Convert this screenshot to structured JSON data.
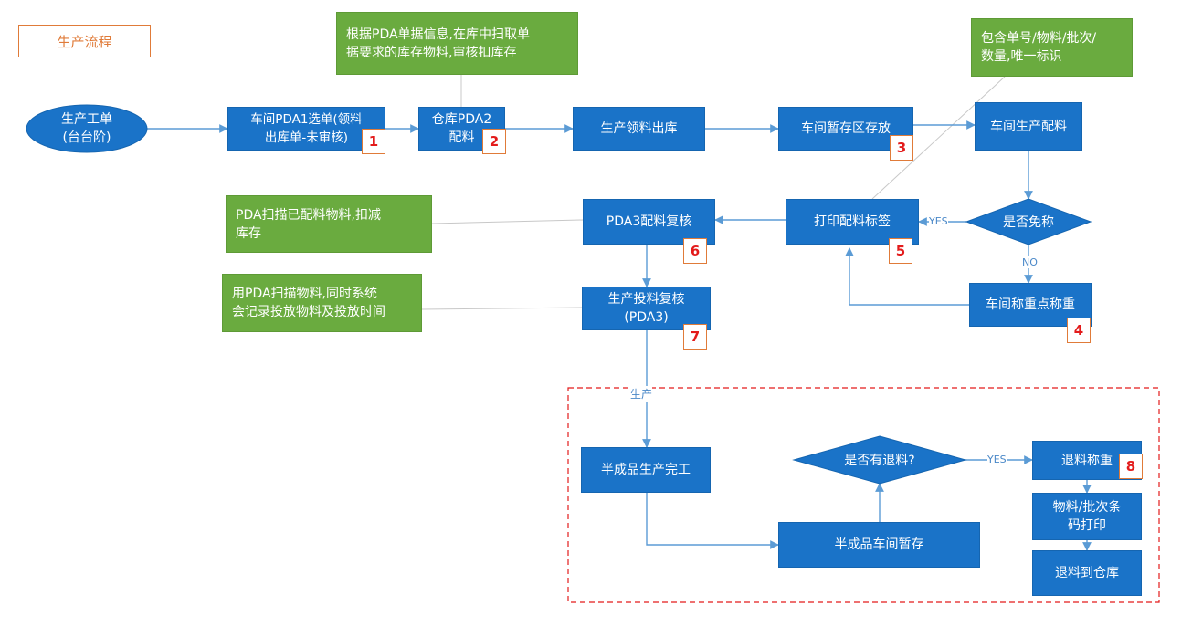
{
  "title": "生产流程",
  "nodes": {
    "start_line1": "生产工单",
    "start_line2": "(台台阶)",
    "pda1_line1": "车间PDA1选单(领料",
    "pda1_line2": "出库单-未审核)",
    "pda2_line1": "仓库PDA2",
    "pda2_line2": "配料",
    "outbound": "生产领料出库",
    "staging": "车间暂存区存放",
    "prep": "车间生产配料",
    "exempt": "是否免称",
    "print_label": "打印配料标签",
    "pda3_review": "PDA3配料复核",
    "weigh": "车间称重点称重",
    "feed_line1": "生产投料复核",
    "feed_line2": "(PDA3)",
    "semi_done": "半成品生产完工",
    "semi_stage": "半成品车间暂存",
    "has_return": "是否有退料?",
    "return_weigh": "退料称重",
    "barcode_line1": "物料/批次条",
    "barcode_line2": "码打印",
    "return_wh": "退料到仓库"
  },
  "notes": {
    "pda_info_line1": "根据PDA单据信息,在库中扫取单",
    "pda_info_line2": "据要求的库存物料,审核扣库存",
    "label_info_line1": "包含单号/物料/批次/",
    "label_info_line2": "数量,唯一标识",
    "scan_deduct_line1": "PDA扫描已配料物料,扣减",
    "scan_deduct_line2": "库存",
    "scan_record_line1": "用PDA扫描物料,同时系统",
    "scan_record_line2": "会记录投放物料及投放时间"
  },
  "badges": [
    "1",
    "2",
    "3",
    "4",
    "5",
    "6",
    "7",
    "8"
  ],
  "edge_labels": {
    "yes1": "YES",
    "no1": "NO",
    "production": "生产",
    "yes2": "YES"
  },
  "colors": {
    "process": "#1a73c8",
    "note": "#6aab3f",
    "arrow": "#5b9bd5",
    "badge_text": "#e31b1b",
    "badge_border": "#e07b39",
    "dashed_region": "#e31b1b"
  }
}
